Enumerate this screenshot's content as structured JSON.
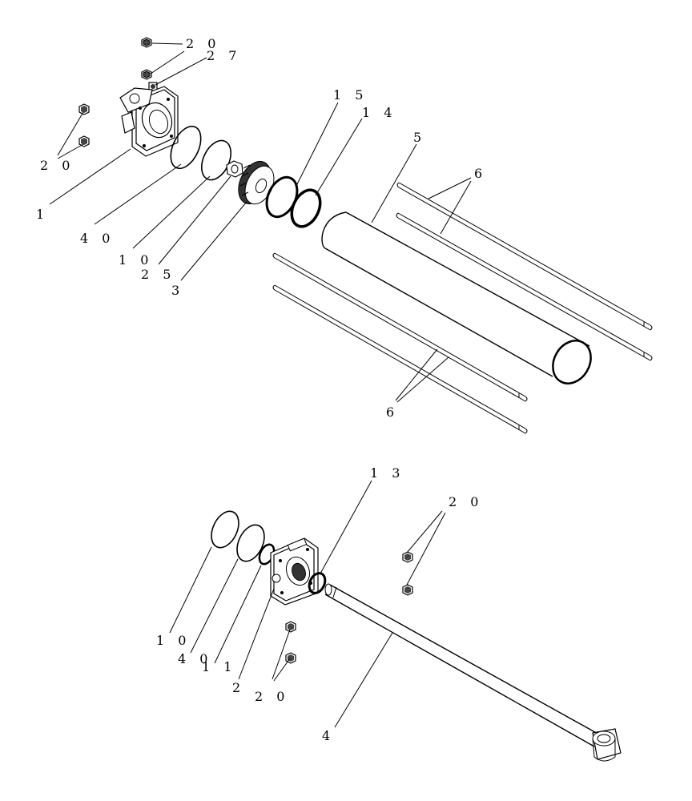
{
  "callouts": {
    "nut_top_a": "2 0",
    "fitting_27": "2 7",
    "nuts_left": "2 0",
    "head_1": "1",
    "ring_40_top": "4 0",
    "ring_10_top": "1 0",
    "nut_25": "2 5",
    "piston_3": "3",
    "ring_15": "1 5",
    "ring_14": "1 4",
    "barrel_5": "5",
    "rods_6_top": "6",
    "rods_6_bottom": "6",
    "ring_13": "1 3",
    "nuts_right": "2 0",
    "ring_10_bottom": "1 0",
    "ring_40_bottom": "4 0",
    "ring_11": "1 1",
    "head_2": "2",
    "nuts_bottom": "2 0",
    "rod_4": "4"
  }
}
